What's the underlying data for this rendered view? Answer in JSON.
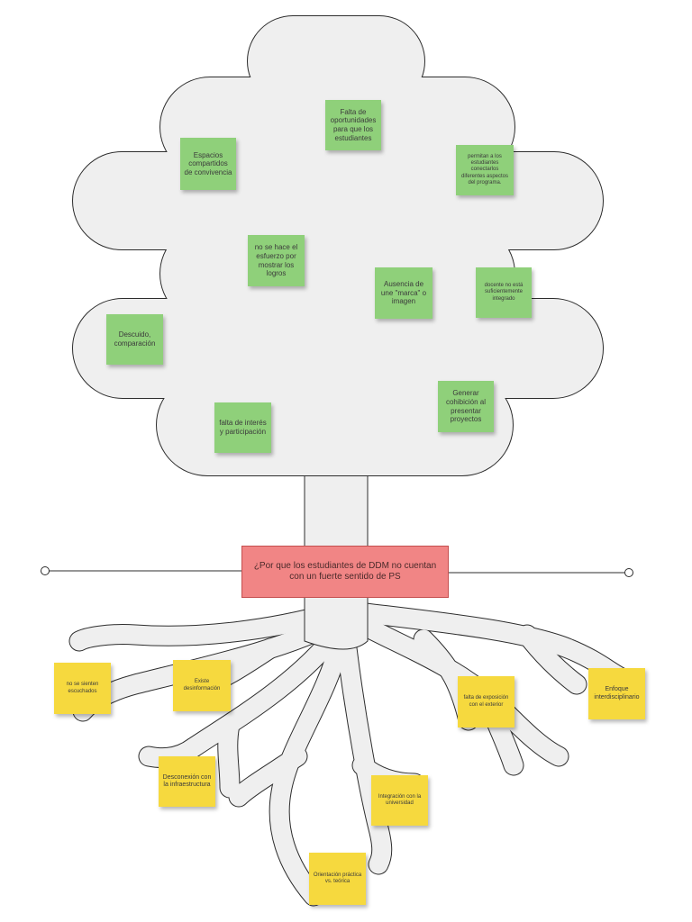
{
  "question": "¿Por que  los estudiantes de DDM no cuentan con un fuerte sentido de PS",
  "colors": {
    "tree_fill": "#efefef",
    "outline": "#2d2d2d",
    "green_note": "#8fd07a",
    "yellow_note": "#f6d93e",
    "question_box": "#f18585"
  },
  "crown_notes": [
    {
      "id": "falta-oportunidades",
      "text": "Falta de oportunidades para que los estudiantes"
    },
    {
      "id": "espacios-compartidos",
      "text": "Espacios compartidos de convivencia"
    },
    {
      "id": "permitan-estudiantes",
      "text": "permitan a los estudiantes conectarlos diferentes aspectos del programa."
    },
    {
      "id": "no-esfuerzo-logros",
      "text": "no se hace el esfuerzo por mostrar los logros"
    },
    {
      "id": "ausencia-marca",
      "text": "Ausencia de une \"marca\" o imagen"
    },
    {
      "id": "docente-no-integrado",
      "text": "docente no está suficientemente integrado"
    },
    {
      "id": "descuido-comparacion",
      "text": "Descuido, comparación"
    },
    {
      "id": "generar-cohibicion",
      "text": "Generar cohibición al presentar proyectos"
    },
    {
      "id": "falta-interes",
      "text": "falta de interés y participación"
    }
  ],
  "root_notes": [
    {
      "id": "no-escuchados",
      "text": "no se sienten escuchados"
    },
    {
      "id": "existe-desinformacion",
      "text": "Existe desinformación"
    },
    {
      "id": "falta-exposicion",
      "text": "falta de exposición con el exterior"
    },
    {
      "id": "enfoque-interdisciplinario",
      "text": "Enfoque interdisciplinario"
    },
    {
      "id": "desconexion-infraestructura",
      "text": "Desconexión con la infraestructura"
    },
    {
      "id": "integracion-universidad",
      "text": "Integración con la universidad"
    },
    {
      "id": "orientacion-practica",
      "text": "Orientación práctica vs. teórica"
    }
  ]
}
